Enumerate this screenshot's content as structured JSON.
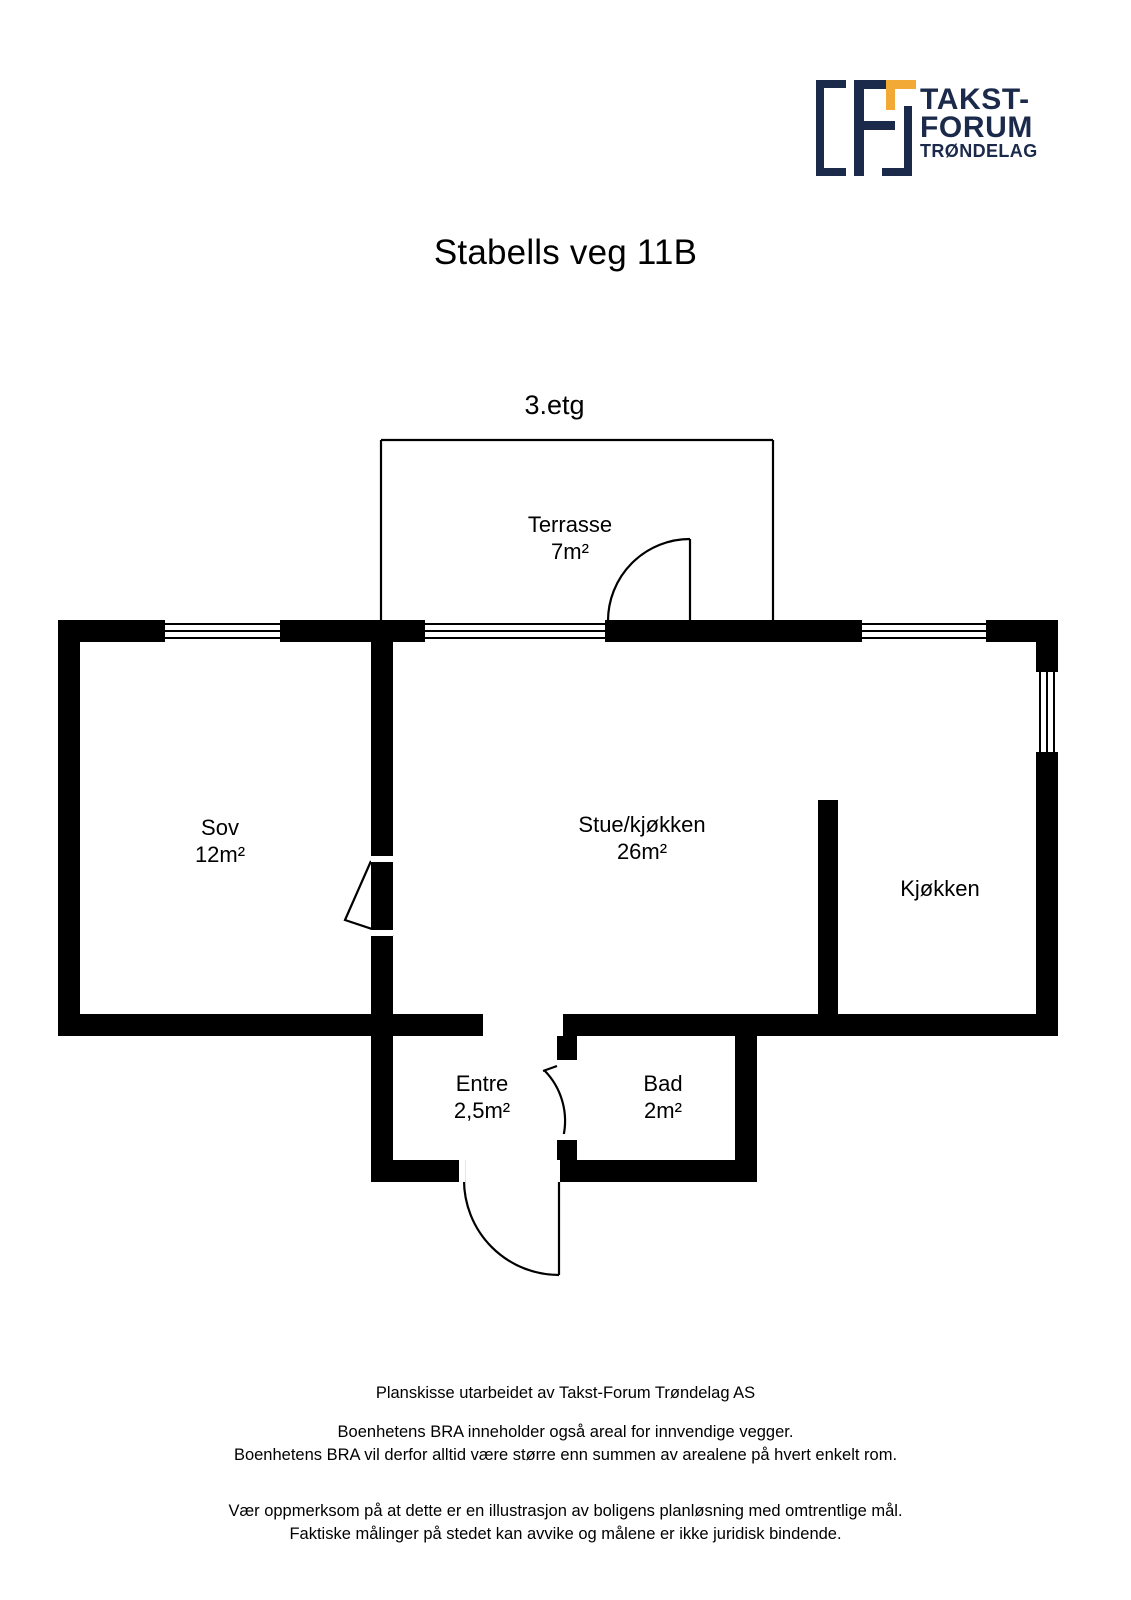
{
  "logo": {
    "name": "takst-forum-trondelag-logo",
    "line1": "TAKST-",
    "line2": "FORUM",
    "line3": "TRØNDELAG",
    "color_navy": "#1b2a4a",
    "color_accent": "#f2a935"
  },
  "header": {
    "title": "Stabells veg 11B"
  },
  "plan": {
    "floor_label": "3.etg",
    "wall_color": "#000000",
    "room_fill": "#ffffff",
    "rooms": [
      {
        "name": "Terrasse",
        "area": "7m²",
        "key": "terrasse"
      },
      {
        "name": "Sov",
        "area": "12m²",
        "key": "sov"
      },
      {
        "name": "Stue/kjøkken",
        "area": "26m²",
        "key": "stue"
      },
      {
        "name": "Kjøkken",
        "area": "",
        "key": "kjokken"
      },
      {
        "name": "Entre",
        "area": "2,5m²",
        "key": "entre"
      },
      {
        "name": "Bad",
        "area": "2m²",
        "key": "bad"
      }
    ]
  },
  "footer": {
    "credit": "Planskisse utarbeidet av Takst-Forum Trøndelag AS",
    "bra_line1": "Boenhetens BRA inneholder også areal for innvendige vegger.",
    "bra_line2": "Boenhetens BRA vil derfor alltid være større enn summen av arealene på hvert enkelt rom.",
    "disclaimer_line1": "Vær oppmerksom på at dette er en illustrasjon av boligens planløsning med omtrentlige mål.",
    "disclaimer_line2": "Faktiske målinger på stedet kan avvike og målene er ikke juridisk bindende."
  }
}
